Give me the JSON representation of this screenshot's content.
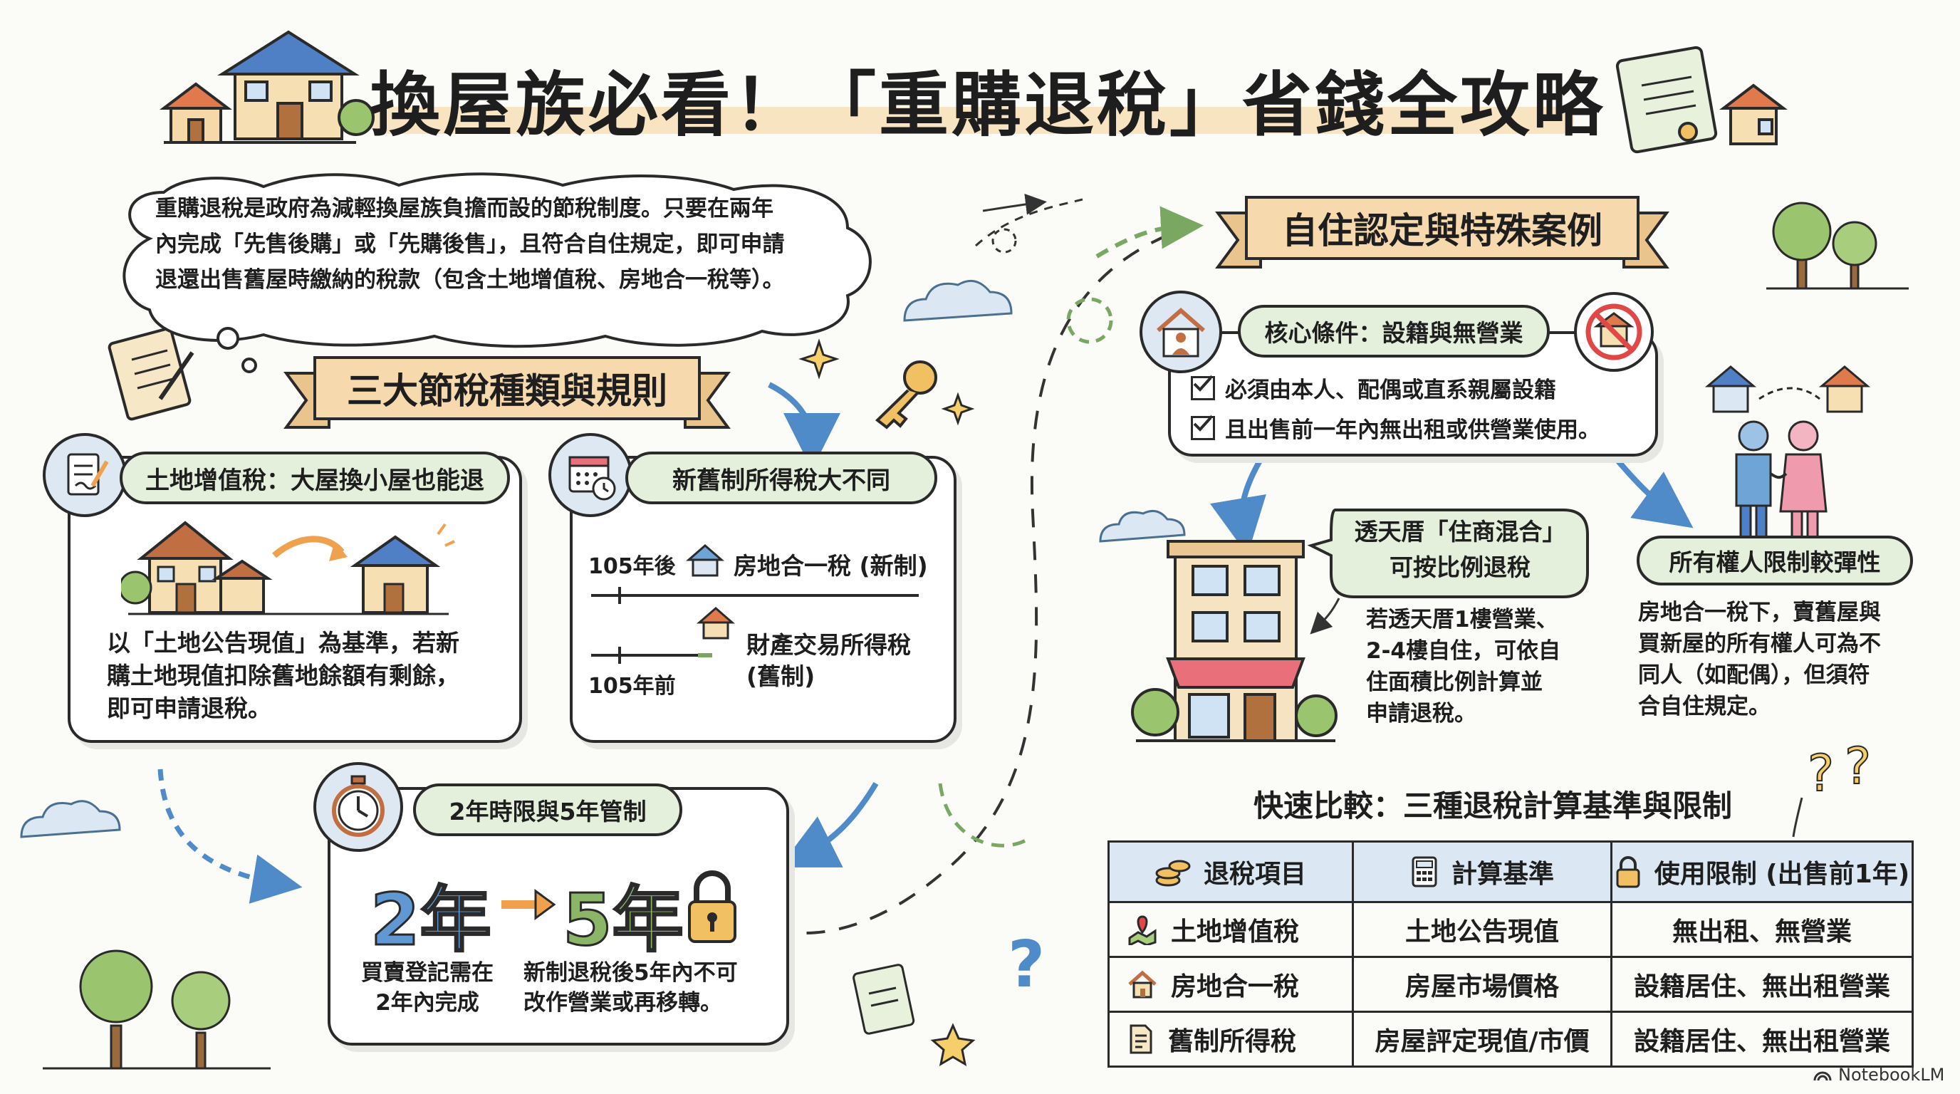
{
  "title": "換屋族必看！「重購退稅」省錢全攻略",
  "intro": {
    "line1": "重購退稅是政府為減輕換屋族負擔而設的節稅制度。只要在兩年",
    "line2": "內完成「先售後購」或「先購後售」，且符合自住規定，即可申請",
    "line3": "退還出售舊屋時繳納的稅款（包含土地增值稅、房地合一稅等）。"
  },
  "section_left": {
    "ribbon": "三大節稅種類與規則",
    "land_tax": {
      "heading": "土地增值稅：大屋換小屋也能退",
      "line1": "以「土地公告現值」為基準，若新",
      "line2": "購土地現值扣除舊地餘額有剩餘，",
      "line3": "即可申請退稅。"
    },
    "income_tax": {
      "heading": "新舊制所得稅大不同",
      "after_label": "105年後",
      "new_system": "房地合一稅 (新制)",
      "before_label": "105年前",
      "old_system_line1": "財產交易所得稅",
      "old_system_line2": "(舊制)"
    },
    "time_limit": {
      "heading": "2年時限與5年管制",
      "big_from": "2年",
      "big_to": "5年",
      "note_left_line1": "買賣登記需在",
      "note_left_line2": "2年內完成",
      "note_right_line1": "新制退稅後5年內不可",
      "note_right_line2": "改作營業或再移轉。"
    }
  },
  "section_right": {
    "ribbon": "自住認定與特殊案例",
    "core": {
      "heading": "核心條件：設籍與無營業",
      "item1": "必須由本人、配偶或直系親屬設籍",
      "item2": "且出售前一年內無出租或供營業使用。"
    },
    "mixed": {
      "bubble_line1": "透天厝「住商混合」",
      "bubble_line2": "可按比例退稅",
      "line1": "若透天厝1樓營業、",
      "line2": "2-4樓自住，可依自",
      "line3": "住面積比例計算並",
      "line4": "申請退稅。"
    },
    "ownership": {
      "heading": "所有權人限制較彈性",
      "line1": "房地合一稅下，賣舊屋與",
      "line2": "買新屋的所有權人可為不",
      "line3": "同人（如配偶），但須符",
      "line4": "合自住規定。"
    }
  },
  "comparison": {
    "title": "快速比較：三種退稅計算基準與限制",
    "headers": [
      "退稅項目",
      "計算基準",
      "使用限制 (出售前1年)"
    ],
    "rows": [
      [
        "土地增值稅",
        "土地公告現值",
        "無出租、無營業"
      ],
      [
        "房地合一稅",
        "房屋市場價格",
        "設籍居住、無出租營業"
      ],
      [
        "舊制所得稅",
        "房屋評定現值/市價",
        "設籍居住、無出租營業"
      ]
    ]
  },
  "watermark": "NotebookLM",
  "colors": {
    "ribbon": "#f6d9ac",
    "pill_green": "#e4efdc",
    "pill_blue": "#dde8f3",
    "accent_blue": "#4f8bc9",
    "accent_green": "#6b9a45",
    "accent_orange": "#f0a14e",
    "header_row": "#dbe8f4"
  }
}
